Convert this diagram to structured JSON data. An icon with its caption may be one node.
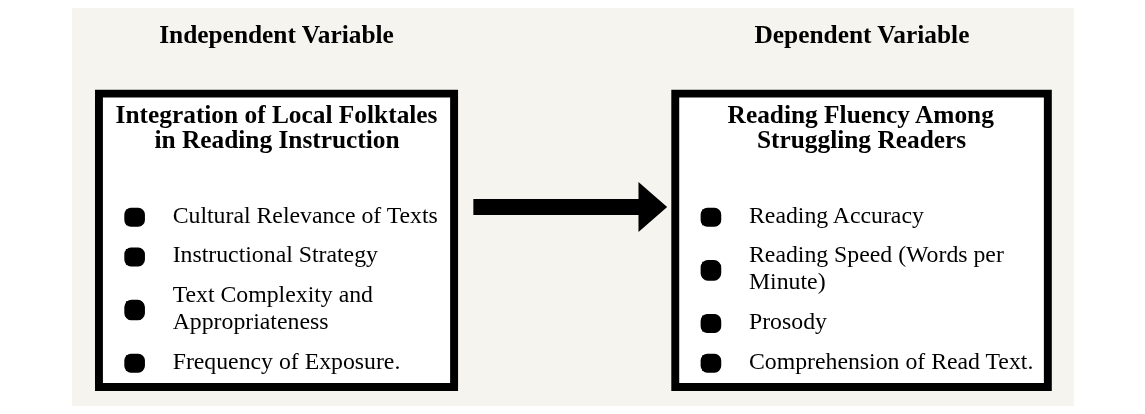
{
  "diagram": {
    "nodes": [
      {
        "text": [
          "Independent Variable",
          "Integration of Local Folktales in Reading Instruction",
          "Cultural Relevance of Texts",
          "Instructional Strategy",
          "Text Complexity and Appropriateness",
          "Frequency of Exposure."
        ]
      },
      {
        "text": [
          "Dependent Variable",
          "Reading Fluency Among Struggling Readers",
          "Reading Accuracy",
          "Reading Speed (Words per Minute)",
          "Prosody",
          "Comprehension of Read Text."
        ]
      }
    ],
    "edges": [
      {
        "from": 0,
        "to": 1,
        "arrow": "to"
      }
    ]
  }
}
